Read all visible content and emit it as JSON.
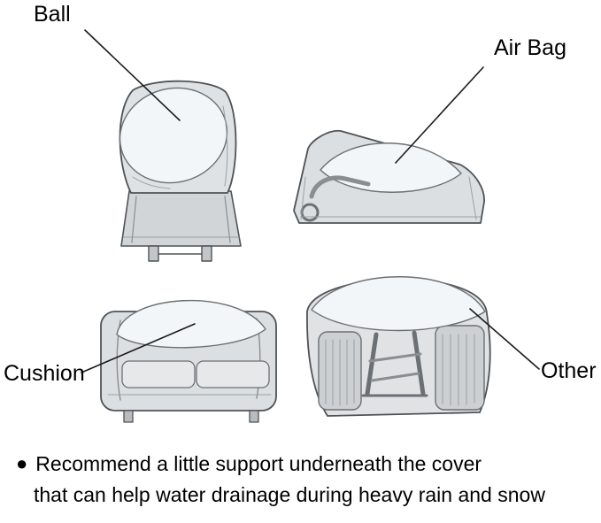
{
  "labels": {
    "ball": "Ball",
    "air_bag": "Air Bag",
    "cushion": "Cushion",
    "other": "Other"
  },
  "note": {
    "bullet": "●",
    "line1": "Recommend a little support underneath the cover",
    "line2": "that can help water drainage during heavy rain and snow"
  },
  "illustrations": [
    {
      "name": "chair-cover",
      "support_label": "Ball"
    },
    {
      "name": "chaise-lounge-cover",
      "support_label": "Air Bag"
    },
    {
      "name": "loveseat-cover",
      "support_label": "Cushion"
    },
    {
      "name": "dining-set-cover",
      "support_label": "Other"
    }
  ],
  "colors": {
    "line_art": "#4f5357",
    "cover_fill": "#dcdfe1",
    "bulge_fill": "#f2f6f9",
    "text": "#000000"
  }
}
